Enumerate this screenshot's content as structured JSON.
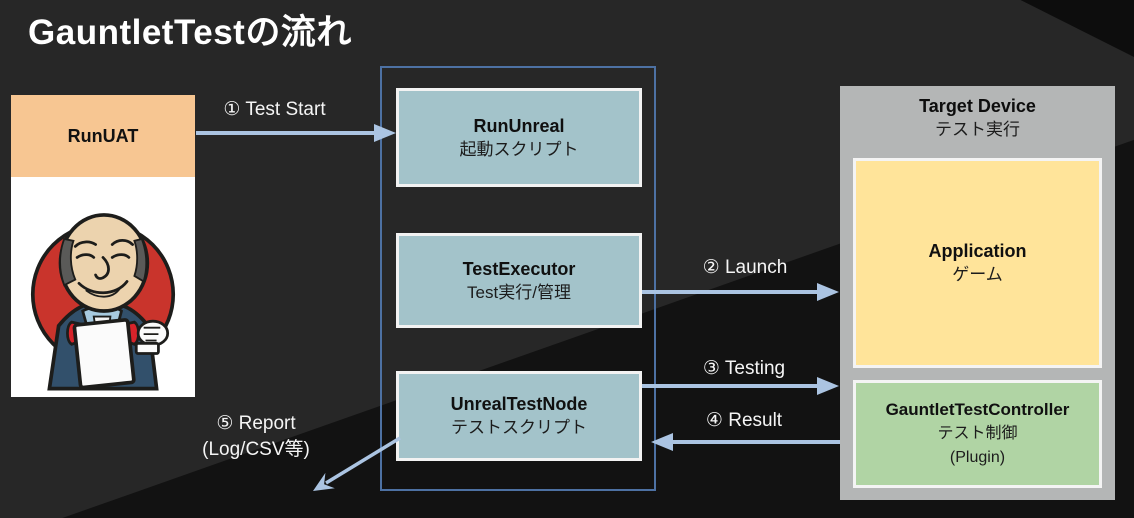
{
  "slide": {
    "title": "GauntletTestの流れ"
  },
  "runuat": {
    "label": "RunUAT",
    "image": "jenkins-butler-mascot"
  },
  "pipeline": {
    "boxes": [
      {
        "title": "RunUnreal",
        "subtitle": "起動スクリプト"
      },
      {
        "title": "TestExecutor",
        "subtitle": "Test実行/管理"
      },
      {
        "title": "UnrealTestNode",
        "subtitle": "テストスクリプト"
      }
    ]
  },
  "target_device": {
    "title": "Target Device",
    "subtitle": "テスト実行",
    "application": {
      "title": "Application",
      "subtitle": "ゲーム"
    },
    "controller": {
      "title": "GauntletTestController",
      "subtitle": "テスト制御",
      "note": "(Plugin)"
    }
  },
  "arrows": [
    {
      "label": "① Test Start"
    },
    {
      "label": "② Launch"
    },
    {
      "label": "③ Testing"
    },
    {
      "label": "④ Result"
    },
    {
      "label": "⑤ Report",
      "label2": "(Log/CSV等)"
    }
  ],
  "colors": {
    "background_light": "#272727",
    "background_dark": "#121212",
    "runuat_orange": "#f7c692",
    "node_teal": "#a3c3ca",
    "container_border_blue": "#4d71a3",
    "target_gray": "#b4b6b6",
    "application_yellow": "#ffe49a",
    "controller_green": "#b0d4a4",
    "arrow_blue": "#abc4e2",
    "text_white": "#f5f5f5"
  }
}
